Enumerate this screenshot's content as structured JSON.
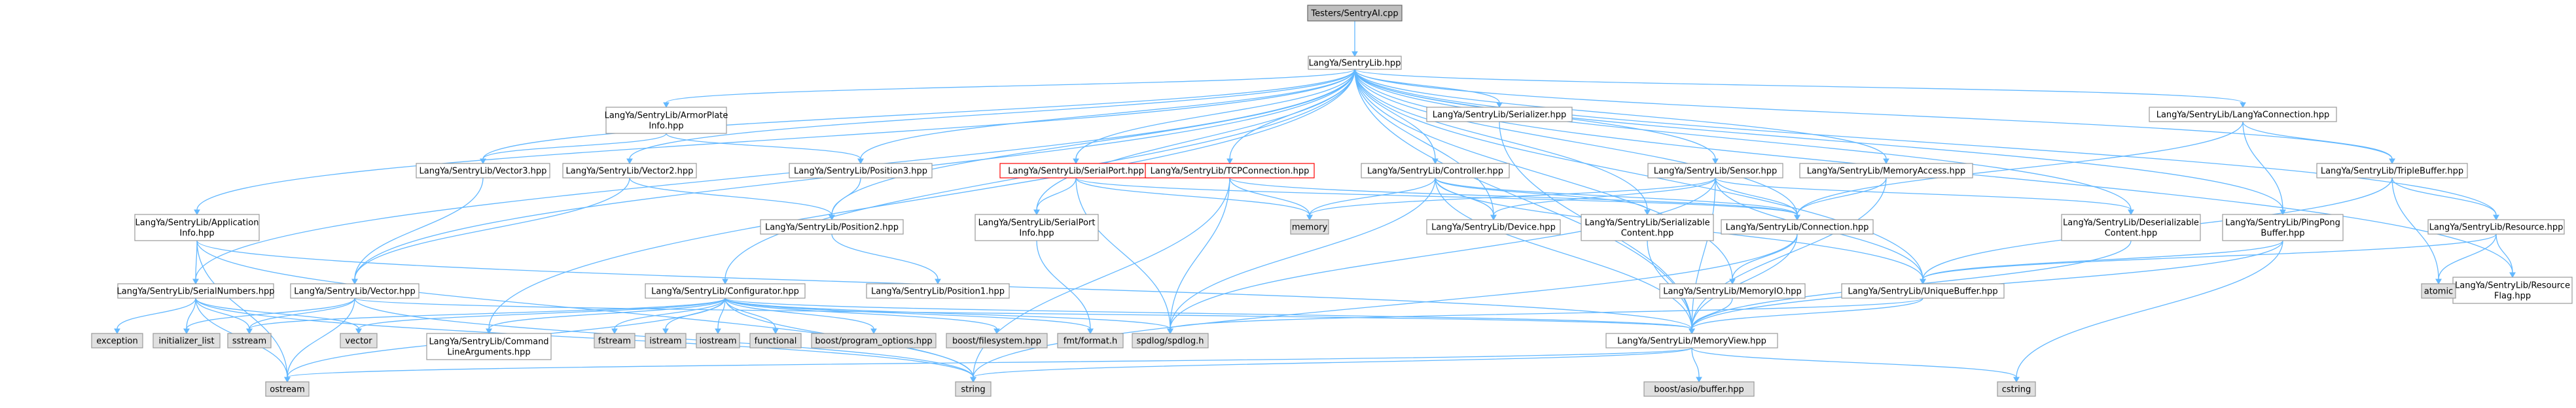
{
  "diagram": {
    "colors": {
      "edge": "#63b8ff",
      "node_border": "#999999",
      "root_fill": "#bfbfbf",
      "external_fill": "#e0e0e0",
      "highlight_border": "#ff0000"
    },
    "nodes": [
      {
        "id": "tester",
        "lines": [
          "Testers/SentryAI.cpp"
        ],
        "kind": "root"
      },
      {
        "id": "sentrylib",
        "lines": [
          "LangYa/SentryLib.hpp"
        ],
        "kind": "normal"
      },
      {
        "id": "appinfo",
        "lines": [
          "LangYa/SentryLib/Application",
          "Info.hpp"
        ],
        "kind": "normal"
      },
      {
        "id": "serialnumbers",
        "lines": [
          "LangYa/SentryLib/SerialNumbers.hpp"
        ],
        "kind": "normal"
      },
      {
        "id": "vector3",
        "lines": [
          "LangYa/SentryLib/Vector3.hpp"
        ],
        "kind": "normal"
      },
      {
        "id": "armorplate",
        "lines": [
          "LangYa/SentryLib/ArmorPlate",
          "Info.hpp"
        ],
        "kind": "normal"
      },
      {
        "id": "vector2",
        "lines": [
          "LangYa/SentryLib/Vector2.hpp"
        ],
        "kind": "normal"
      },
      {
        "id": "vector",
        "lines": [
          "LangYa/SentryLib/Vector.hpp"
        ],
        "kind": "normal"
      },
      {
        "id": "position3",
        "lines": [
          "LangYa/SentryLib/Position3.hpp"
        ],
        "kind": "normal"
      },
      {
        "id": "position2",
        "lines": [
          "LangYa/SentryLib/Position2.hpp"
        ],
        "kind": "normal"
      },
      {
        "id": "position1",
        "lines": [
          "LangYa/SentryLib/Position1.hpp"
        ],
        "kind": "normal"
      },
      {
        "id": "configurator",
        "lines": [
          "LangYa/SentryLib/Configurator.hpp"
        ],
        "kind": "normal"
      },
      {
        "id": "cmdline",
        "lines": [
          "LangYa/SentryLib/Command",
          "LineArguments.hpp"
        ],
        "kind": "normal"
      },
      {
        "id": "serialport",
        "lines": [
          "LangYa/SentryLib/SerialPort.hpp"
        ],
        "kind": "red"
      },
      {
        "id": "serialportinfo",
        "lines": [
          "LangYa/SentryLib/SerialPort",
          "Info.hpp"
        ],
        "kind": "normal"
      },
      {
        "id": "tcpconnection",
        "lines": [
          "LangYa/SentryLib/TCPConnection.hpp"
        ],
        "kind": "red"
      },
      {
        "id": "serializer",
        "lines": [
          "LangYa/SentryLib/Serializer.hpp"
        ],
        "kind": "normal"
      },
      {
        "id": "controller",
        "lines": [
          "LangYa/SentryLib/Controller.hpp"
        ],
        "kind": "normal"
      },
      {
        "id": "device",
        "lines": [
          "LangYa/SentryLib/Device.hpp"
        ],
        "kind": "normal"
      },
      {
        "id": "serializable",
        "lines": [
          "LangYa/SentryLib/Serializable",
          "Content.hpp"
        ],
        "kind": "normal"
      },
      {
        "id": "sensor",
        "lines": [
          "LangYa/SentryLib/Sensor.hpp"
        ],
        "kind": "normal"
      },
      {
        "id": "memoryaccess",
        "lines": [
          "LangYa/SentryLib/MemoryAccess.hpp"
        ],
        "kind": "normal"
      },
      {
        "id": "connection",
        "lines": [
          "LangYa/SentryLib/Connection.hpp"
        ],
        "kind": "normal"
      },
      {
        "id": "memoryio",
        "lines": [
          "LangYa/SentryLib/MemoryIO.hpp"
        ],
        "kind": "normal"
      },
      {
        "id": "uniquebuffer",
        "lines": [
          "LangYa/SentryLib/UniqueBuffer.hpp"
        ],
        "kind": "normal"
      },
      {
        "id": "memoryview",
        "lines": [
          "LangYa/SentryLib/MemoryView.hpp"
        ],
        "kind": "normal"
      },
      {
        "id": "deserializable",
        "lines": [
          "LangYa/SentryLib/Deserializable",
          "Content.hpp"
        ],
        "kind": "normal"
      },
      {
        "id": "langyaconnection",
        "lines": [
          "LangYa/SentryLib/LangYaConnection.hpp"
        ],
        "kind": "normal"
      },
      {
        "id": "pingpong",
        "lines": [
          "LangYa/SentryLib/PingPong",
          "Buffer.hpp"
        ],
        "kind": "normal"
      },
      {
        "id": "triplebuffer",
        "lines": [
          "LangYa/SentryLib/TripleBuffer.hpp"
        ],
        "kind": "normal"
      },
      {
        "id": "resource",
        "lines": [
          "LangYa/SentryLib/Resource.hpp"
        ],
        "kind": "normal"
      },
      {
        "id": "resourceflag",
        "lines": [
          "LangYa/SentryLib/Resource",
          "Flag.hpp"
        ],
        "kind": "normal"
      },
      {
        "id": "memory",
        "lines": [
          "memory"
        ],
        "kind": "ext"
      },
      {
        "id": "atomic",
        "lines": [
          "atomic"
        ],
        "kind": "ext"
      },
      {
        "id": "exception",
        "lines": [
          "exception"
        ],
        "kind": "ext"
      },
      {
        "id": "initlist",
        "lines": [
          "initializer_list"
        ],
        "kind": "ext"
      },
      {
        "id": "sstream",
        "lines": [
          "sstream"
        ],
        "kind": "ext"
      },
      {
        "id": "vectorstd",
        "lines": [
          "vector"
        ],
        "kind": "ext"
      },
      {
        "id": "fstream",
        "lines": [
          "fstream"
        ],
        "kind": "ext"
      },
      {
        "id": "istream",
        "lines": [
          "istream"
        ],
        "kind": "ext"
      },
      {
        "id": "iostream",
        "lines": [
          "iostream"
        ],
        "kind": "ext"
      },
      {
        "id": "functional",
        "lines": [
          "functional"
        ],
        "kind": "ext"
      },
      {
        "id": "boostpo",
        "lines": [
          "boost/program_options.hpp"
        ],
        "kind": "ext"
      },
      {
        "id": "boostfs",
        "lines": [
          "boost/filesystem.hpp"
        ],
        "kind": "ext"
      },
      {
        "id": "fmt",
        "lines": [
          "fmt/format.h"
        ],
        "kind": "ext"
      },
      {
        "id": "spdlog",
        "lines": [
          "spdlog/spdlog.h"
        ],
        "kind": "ext"
      },
      {
        "id": "ostream",
        "lines": [
          "ostream"
        ],
        "kind": "ext"
      },
      {
        "id": "string",
        "lines": [
          "string"
        ],
        "kind": "ext"
      },
      {
        "id": "boostasio",
        "lines": [
          "boost/asio/buffer.hpp"
        ],
        "kind": "ext"
      },
      {
        "id": "cstring",
        "lines": [
          "cstring"
        ],
        "kind": "ext"
      }
    ],
    "edges": [
      [
        "tester",
        "sentrylib"
      ],
      [
        "sentrylib",
        "appinfo"
      ],
      [
        "sentrylib",
        "serialnumbers"
      ],
      [
        "sentrylib",
        "vector3"
      ],
      [
        "sentrylib",
        "armorplate"
      ],
      [
        "sentrylib",
        "vector2"
      ],
      [
        "sentrylib",
        "vector"
      ],
      [
        "sentrylib",
        "position3"
      ],
      [
        "sentrylib",
        "position2"
      ],
      [
        "sentrylib",
        "configurator"
      ],
      [
        "sentrylib",
        "cmdline"
      ],
      [
        "sentrylib",
        "serialport"
      ],
      [
        "sentrylib",
        "serialportinfo"
      ],
      [
        "sentrylib",
        "tcpconnection"
      ],
      [
        "sentrylib",
        "serializer"
      ],
      [
        "sentrylib",
        "controller"
      ],
      [
        "sentrylib",
        "device"
      ],
      [
        "sentrylib",
        "serializable"
      ],
      [
        "sentrylib",
        "sensor"
      ],
      [
        "sentrylib",
        "memoryaccess"
      ],
      [
        "sentrylib",
        "connection"
      ],
      [
        "sentrylib",
        "memoryio"
      ],
      [
        "sentrylib",
        "uniquebuffer"
      ],
      [
        "sentrylib",
        "memoryview"
      ],
      [
        "sentrylib",
        "deserializable"
      ],
      [
        "sentrylib",
        "langyaconnection"
      ],
      [
        "sentrylib",
        "pingpong"
      ],
      [
        "sentrylib",
        "triplebuffer"
      ],
      [
        "sentrylib",
        "resource"
      ],
      [
        "sentrylib",
        "resourceflag"
      ],
      [
        "appinfo",
        "serialnumbers"
      ],
      [
        "appinfo",
        "ostream"
      ],
      [
        "appinfo",
        "string"
      ],
      [
        "appinfo",
        "memoryview"
      ],
      [
        "serialnumbers",
        "exception"
      ],
      [
        "serialnumbers",
        "initlist"
      ],
      [
        "serialnumbers",
        "sstream"
      ],
      [
        "serialnumbers",
        "vectorstd"
      ],
      [
        "serialnumbers",
        "ostream"
      ],
      [
        "serialnumbers",
        "string"
      ],
      [
        "armorplate",
        "vector3"
      ],
      [
        "armorplate",
        "position3"
      ],
      [
        "vector3",
        "vector"
      ],
      [
        "vector2",
        "vector"
      ],
      [
        "vector2",
        "position2"
      ],
      [
        "position3",
        "position2"
      ],
      [
        "position2",
        "position1"
      ],
      [
        "vector",
        "initlist"
      ],
      [
        "vector",
        "sstream"
      ],
      [
        "vector",
        "ostream"
      ],
      [
        "vector",
        "string"
      ],
      [
        "vector",
        "memoryview"
      ],
      [
        "configurator",
        "cmdline"
      ],
      [
        "configurator",
        "vectorstd"
      ],
      [
        "configurator",
        "fstream"
      ],
      [
        "configurator",
        "istream"
      ],
      [
        "configurator",
        "iostream"
      ],
      [
        "configurator",
        "functional"
      ],
      [
        "configurator",
        "boostpo"
      ],
      [
        "configurator",
        "boostfs"
      ],
      [
        "configurator",
        "fmt"
      ],
      [
        "configurator",
        "spdlog"
      ],
      [
        "configurator",
        "sstream"
      ],
      [
        "configurator",
        "ostream"
      ],
      [
        "configurator",
        "string"
      ],
      [
        "configurator",
        "memoryview"
      ],
      [
        "serialport",
        "serialportinfo"
      ],
      [
        "serialport",
        "memory"
      ],
      [
        "serialport",
        "spdlog"
      ],
      [
        "serialport",
        "connection"
      ],
      [
        "serialportinfo",
        "fmt"
      ],
      [
        "tcpconnection",
        "memory"
      ],
      [
        "tcpconnection",
        "spdlog"
      ],
      [
        "tcpconnection",
        "string"
      ],
      [
        "tcpconnection",
        "connection"
      ],
      [
        "serializer",
        "memoryview"
      ],
      [
        "controller",
        "memory"
      ],
      [
        "controller",
        "device"
      ],
      [
        "controller",
        "serializable"
      ],
      [
        "controller",
        "connection"
      ],
      [
        "controller",
        "uniquebuffer"
      ],
      [
        "controller",
        "memoryview"
      ],
      [
        "controller",
        "spdlog"
      ],
      [
        "sensor",
        "device"
      ],
      [
        "sensor",
        "connection"
      ],
      [
        "sensor",
        "deserializable"
      ],
      [
        "sensor",
        "memoryview"
      ],
      [
        "sensor",
        "spdlog"
      ],
      [
        "sensor",
        "memory"
      ],
      [
        "sensor",
        "uniquebuffer"
      ],
      [
        "memoryaccess",
        "connection"
      ],
      [
        "memoryaccess",
        "memoryview"
      ],
      [
        "serializable",
        "memoryview"
      ],
      [
        "connection",
        "memoryio"
      ],
      [
        "connection",
        "memoryview"
      ],
      [
        "connection",
        "string"
      ],
      [
        "memoryio",
        "memoryview"
      ],
      [
        "uniquebuffer",
        "memoryview"
      ],
      [
        "uniquebuffer",
        "spdlog"
      ],
      [
        "deserializable",
        "memoryview"
      ],
      [
        "langyaconnection",
        "connection"
      ],
      [
        "langyaconnection",
        "triplebuffer"
      ],
      [
        "langyaconnection",
        "pingpong"
      ],
      [
        "pingpong",
        "uniquebuffer"
      ],
      [
        "pingpong",
        "memoryview"
      ],
      [
        "pingpong",
        "cstring"
      ],
      [
        "triplebuffer",
        "resource"
      ],
      [
        "triplebuffer",
        "atomic"
      ],
      [
        "triplebuffer",
        "uniquebuffer"
      ],
      [
        "resource",
        "atomic"
      ],
      [
        "resource",
        "resourceflag"
      ],
      [
        "resource",
        "uniquebuffer"
      ],
      [
        "memoryview",
        "ostream"
      ],
      [
        "memoryview",
        "string"
      ],
      [
        "memoryview",
        "boostasio"
      ],
      [
        "memoryview",
        "cstring"
      ]
    ]
  }
}
